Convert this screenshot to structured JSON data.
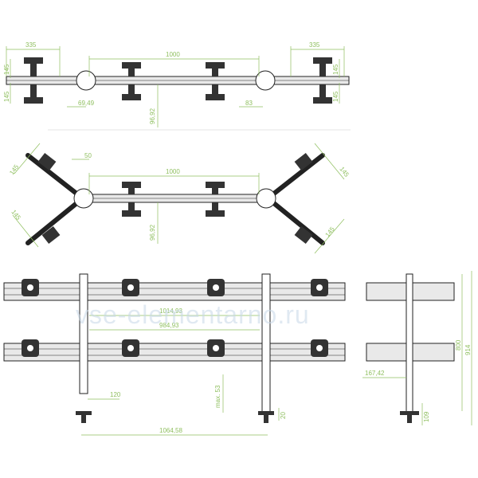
{
  "watermark": "vse-elementarno.ru",
  "colors": {
    "dimension": "#8fbf5f",
    "part": "#222222",
    "watermark": "#c8d8e8"
  },
  "view_top": {
    "dim_left_width": "335",
    "dim_right_width": "335",
    "dim_span": "1000",
    "dim_left_upper": "145",
    "dim_left_lower": "145",
    "dim_right_upper": "145",
    "dim_right_lower": "145",
    "dim_offset_left": "69,49",
    "dim_offset_right": "83",
    "dim_depth": "96,92"
  },
  "view_angled": {
    "dim_small": "50",
    "dim_span": "1000",
    "dim_left_upper": "145",
    "dim_left_lower": "145",
    "dim_right_upper": "145",
    "dim_right_lower": "145",
    "dim_depth": "96,92"
  },
  "view_front": {
    "dim_outer": "1014,93",
    "dim_inner": "984,93",
    "dim_post": "120",
    "dim_max": "max. 53",
    "dim_clamp": "20",
    "dim_base": "1064,58"
  },
  "view_side": {
    "dim_height": "800",
    "dim_total": "914",
    "dim_arm": "167,42",
    "dim_base": "109"
  }
}
